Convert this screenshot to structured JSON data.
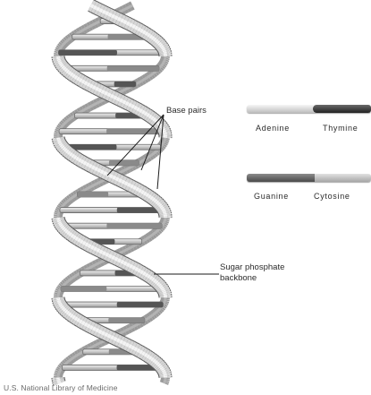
{
  "labels": {
    "base_pairs": "Base pairs",
    "sugar_phosphate_backbone_line1": "Sugar phosphate",
    "sugar_phosphate_backbone_line2": "backbone"
  },
  "legend": {
    "pair1": {
      "left": "Adenine",
      "right": "Thymine"
    },
    "pair2": {
      "left": "Guanine",
      "right": "Cytosine"
    }
  },
  "credit": "U.S. National Library of Medicine",
  "colors": {
    "ribbon_front": "#cfcfcf",
    "ribbon_back": "#9a9a9a",
    "rung_light": "#d8d8d8",
    "rung_dark": "#4a4a4a",
    "adenine": "#e2e2e2",
    "thymine": "#3a3a3a",
    "guanine": "#6e6e6e",
    "cytosine": "#c4c4c4"
  }
}
